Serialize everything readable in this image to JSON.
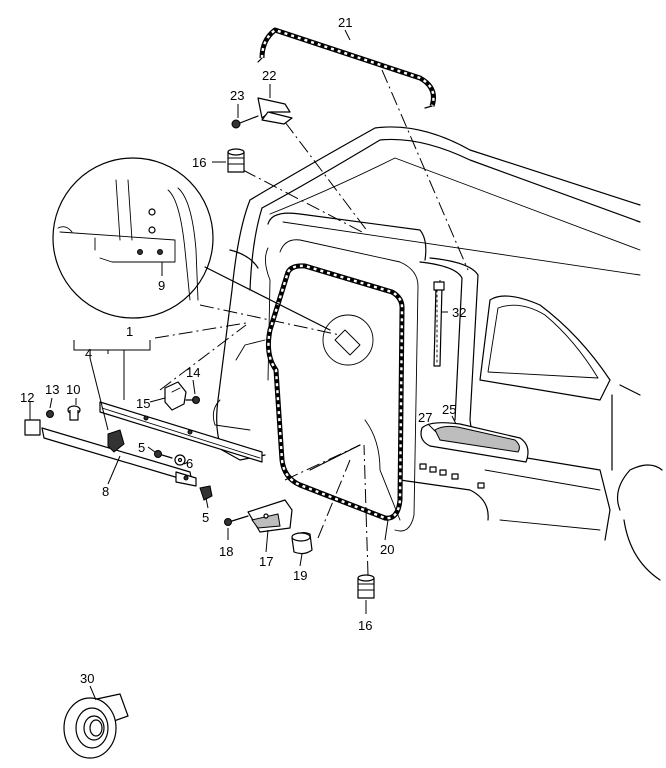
{
  "callouts": {
    "c1": "1",
    "c4": "4",
    "c5a": "5",
    "c5b": "5",
    "c6": "6",
    "c8": "8",
    "c9": "9",
    "c10": "10",
    "c12": "12",
    "c13": "13",
    "c14": "14",
    "c15": "15",
    "c16a": "16",
    "c16b": "16",
    "c17": "17",
    "c18": "18",
    "c19": "19",
    "c20": "20",
    "c21": "21",
    "c22": "22",
    "c23": "23",
    "c25": "25",
    "c27": "27",
    "c30": "30",
    "c32": "32"
  },
  "colors": {
    "stroke": "#000000",
    "background": "#ffffff",
    "fill_dark": "#333333",
    "fill_grey": "#bdbdbd"
  }
}
